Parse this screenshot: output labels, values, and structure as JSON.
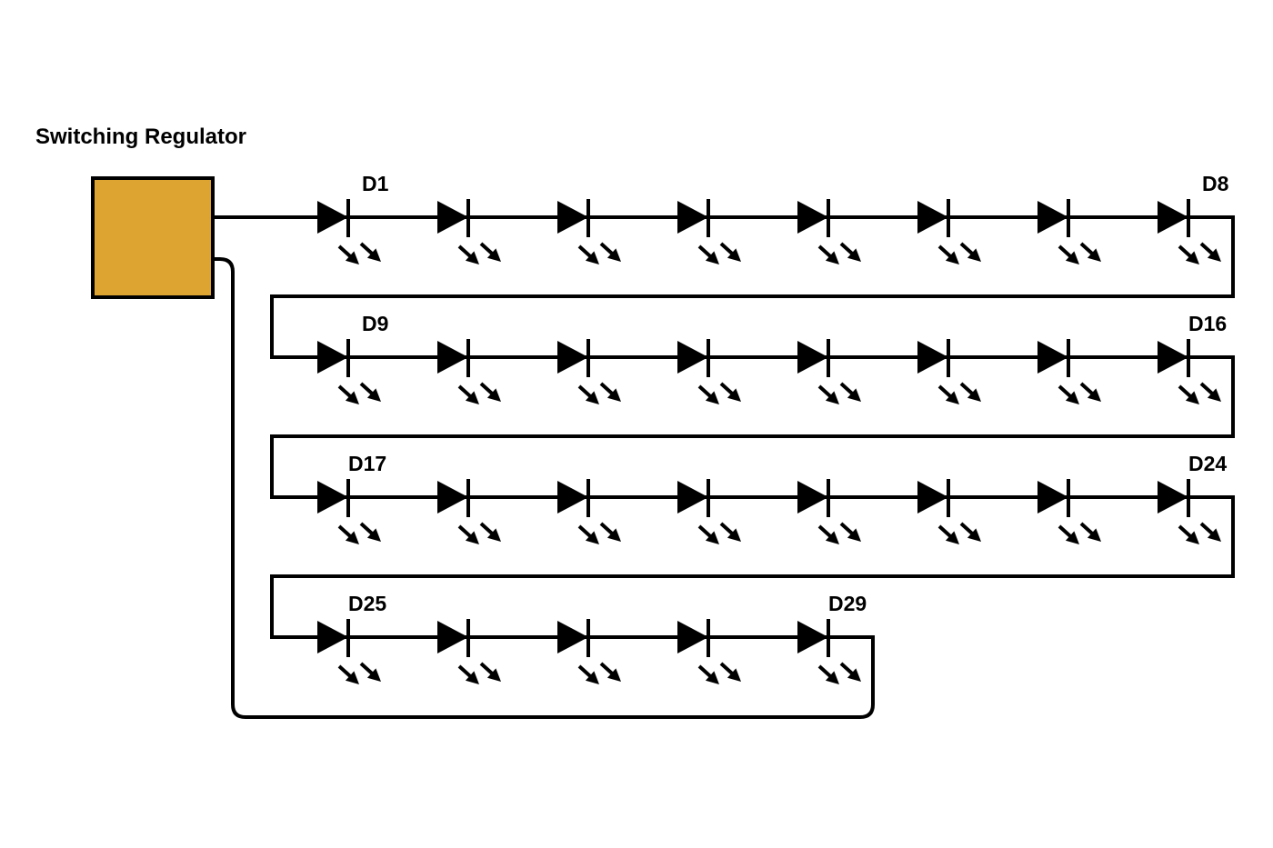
{
  "diagram": {
    "title": "Switching Regulator",
    "regulator": {
      "label": "Switching Regulator",
      "fill_color": "#dea432",
      "stroke_color": "#000000"
    },
    "wire_color": "#000000",
    "component_type": "LED",
    "total_leds": 29,
    "leds_per_row": 8,
    "rows": [
      {
        "start": 1,
        "end": 8,
        "labels_shown": [
          "D1",
          "D8"
        ]
      },
      {
        "start": 9,
        "end": 16,
        "labels_shown": [
          "D9",
          "D16"
        ]
      },
      {
        "start": 17,
        "end": 24,
        "labels_shown": [
          "D17",
          "D24"
        ]
      },
      {
        "start": 25,
        "end": 29,
        "labels_shown": [
          "D25",
          "D29"
        ]
      }
    ],
    "labels": {
      "d1": "D1",
      "d8": "D8",
      "d9": "D9",
      "d16": "D16",
      "d17": "D17",
      "d24": "D24",
      "d25": "D25",
      "d29": "D29"
    }
  }
}
